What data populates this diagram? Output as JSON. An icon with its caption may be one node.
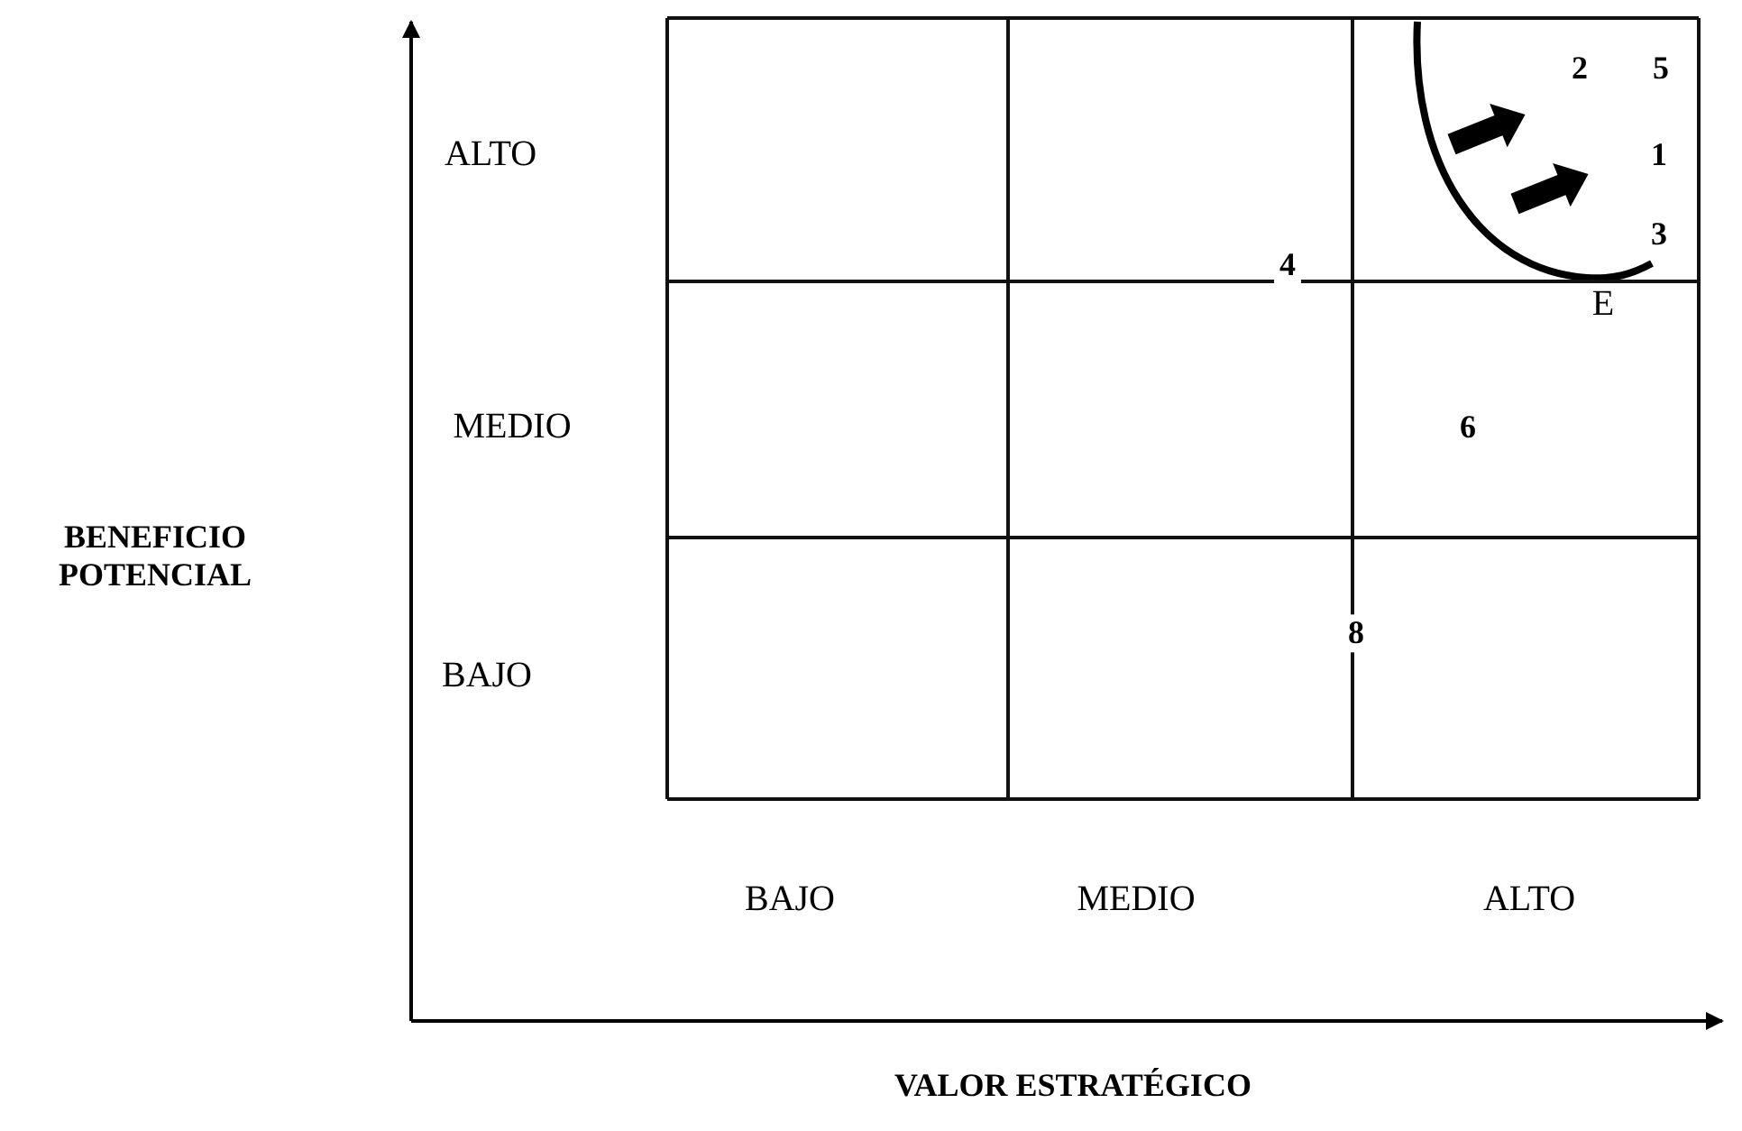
{
  "diagram": {
    "labels": [
      "2",
      "5",
      "ALTO",
      "1",
      "3",
      "4",
      "E",
      "MEDIO",
      "6",
      "BENEFICIO POTENCIAL",
      "8",
      "BAJO",
      "BAJO",
      "MEDIO",
      "ALTO",
      "VALOR ESTRATÉGICO"
    ]
  }
}
